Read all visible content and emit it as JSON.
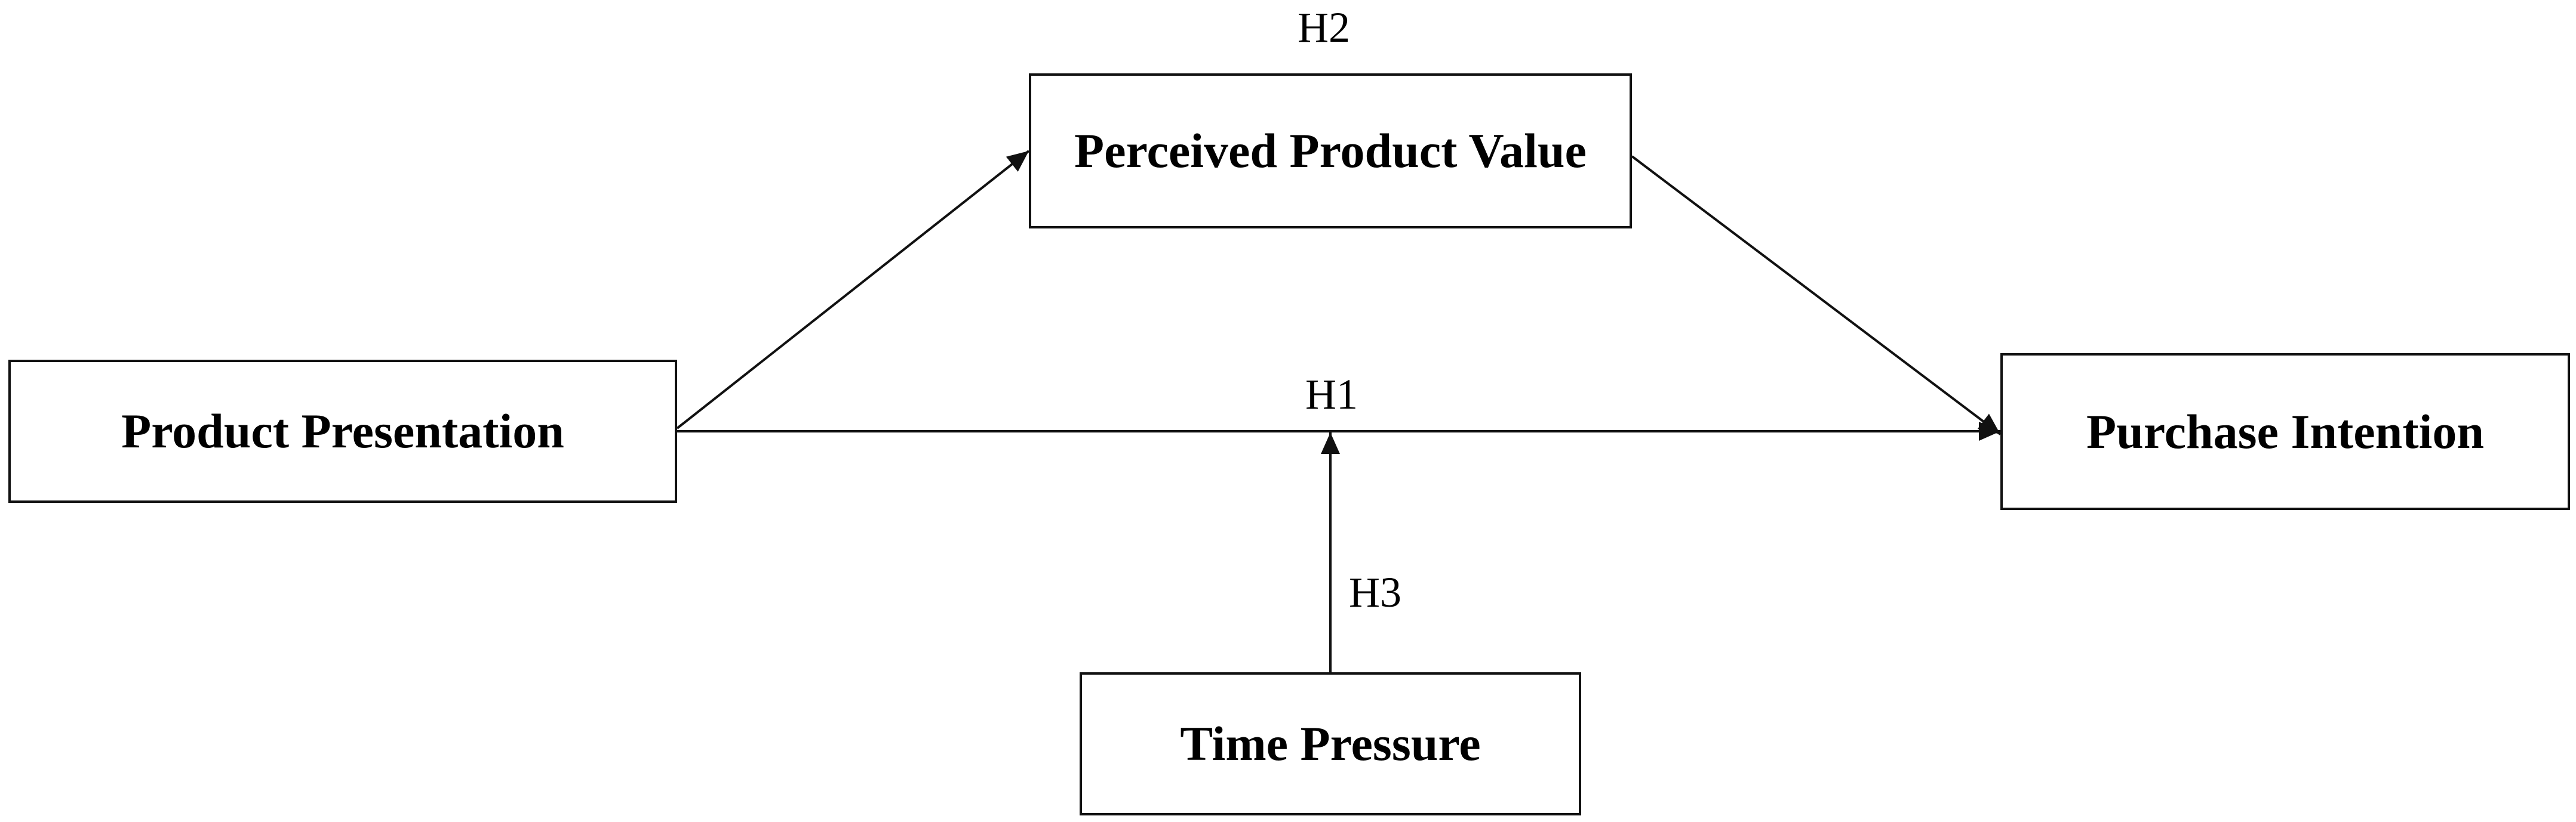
{
  "nodes": {
    "product_presentation": "Product Presentation",
    "perceived_product_value": "Perceived Product Value",
    "purchase_intention": "Purchase Intention",
    "time_pressure": "Time Pressure"
  },
  "hypotheses": {
    "h1": "H1",
    "h2": "H2",
    "h3": "H3"
  },
  "colors": {
    "line": "#111111",
    "background": "#ffffff"
  }
}
